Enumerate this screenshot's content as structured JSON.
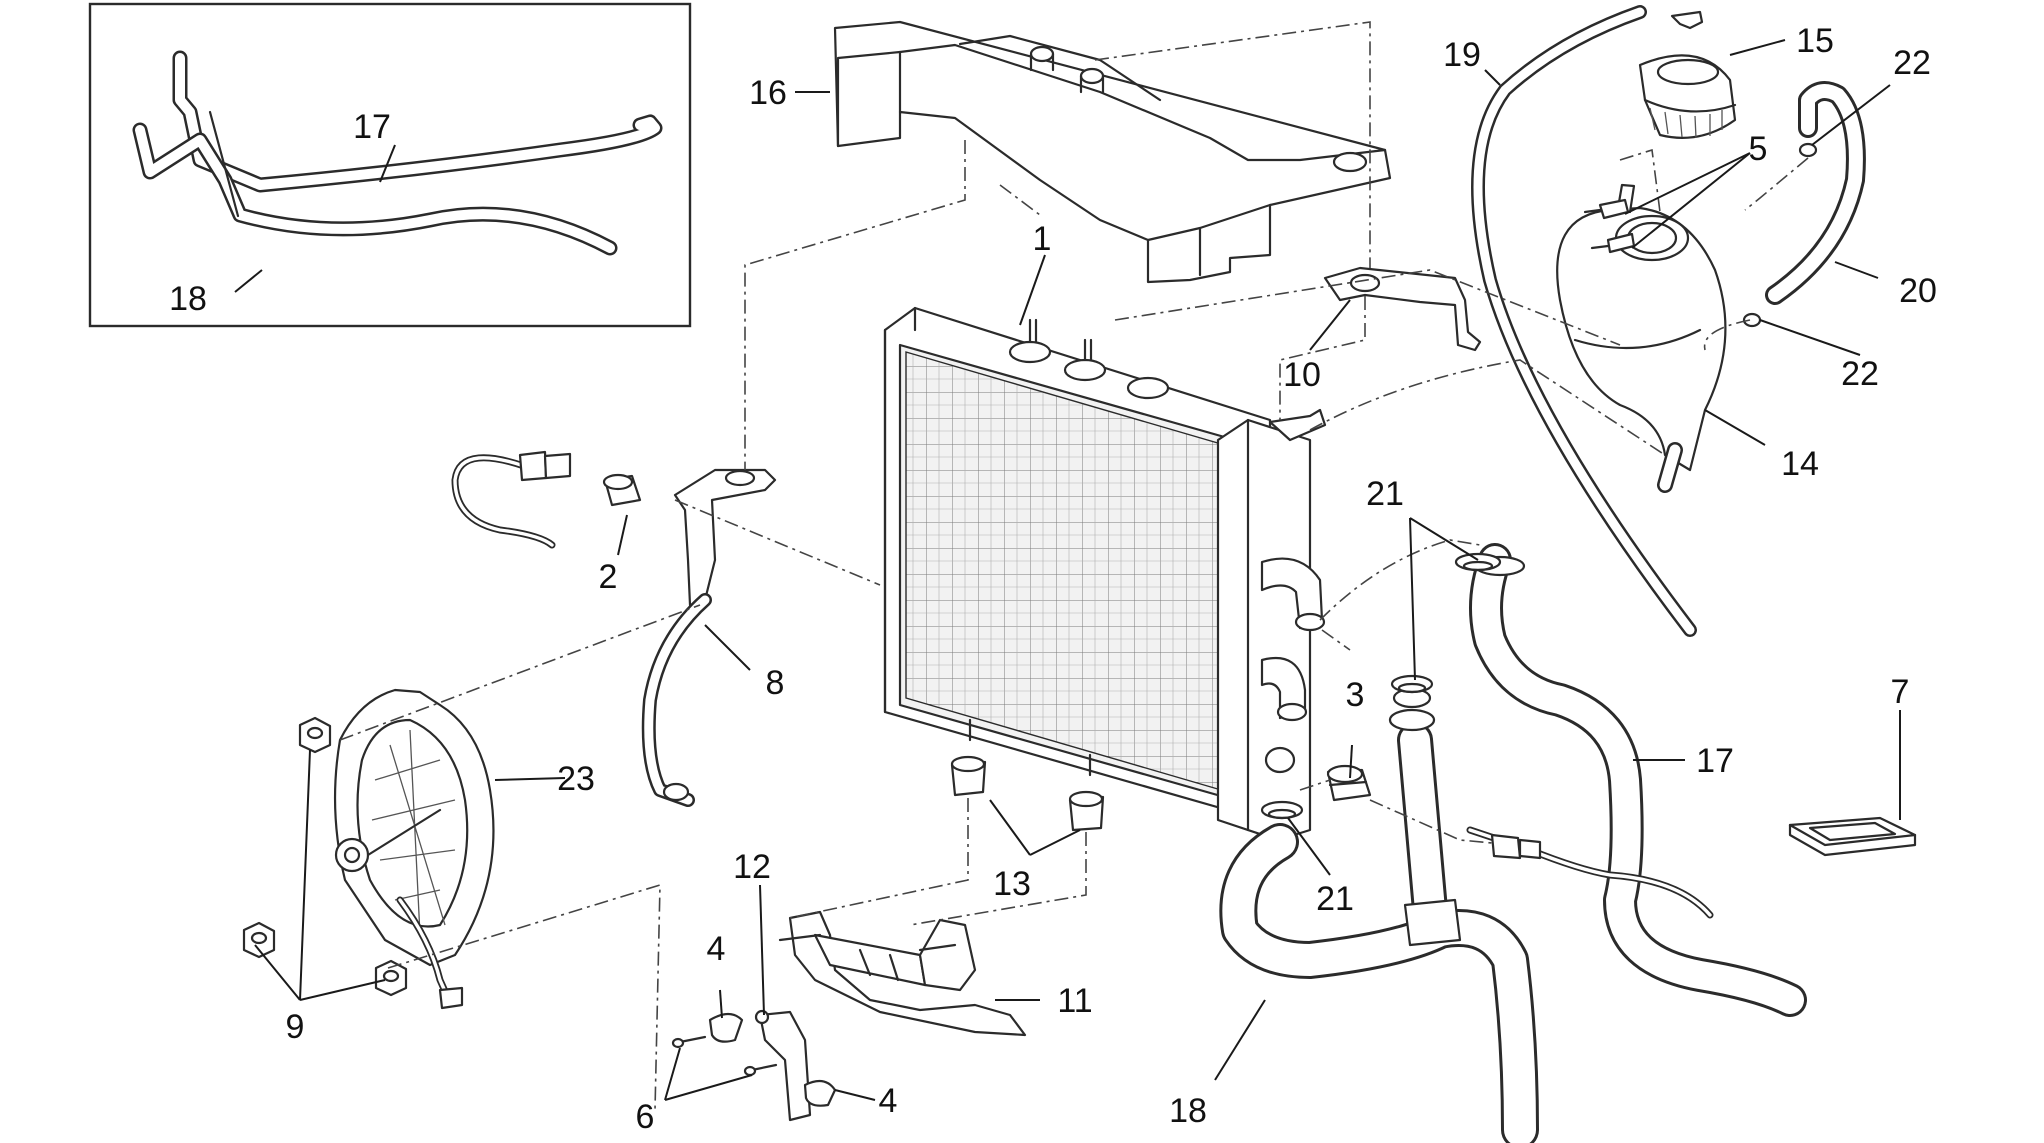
{
  "diagram": {
    "callouts": [
      {
        "id": "1",
        "label": "1"
      },
      {
        "id": "2",
        "label": "2"
      },
      {
        "id": "3",
        "label": "3"
      },
      {
        "id": "4a",
        "label": "4"
      },
      {
        "id": "4b",
        "label": "4"
      },
      {
        "id": "5",
        "label": "5"
      },
      {
        "id": "6",
        "label": "6"
      },
      {
        "id": "7",
        "label": "7"
      },
      {
        "id": "8",
        "label": "8"
      },
      {
        "id": "9",
        "label": "9"
      },
      {
        "id": "10",
        "label": "10"
      },
      {
        "id": "11",
        "label": "11"
      },
      {
        "id": "12",
        "label": "12"
      },
      {
        "id": "13",
        "label": "13"
      },
      {
        "id": "14",
        "label": "14"
      },
      {
        "id": "15",
        "label": "15"
      },
      {
        "id": "16",
        "label": "16"
      },
      {
        "id": "17a",
        "label": "17"
      },
      {
        "id": "17b",
        "label": "17"
      },
      {
        "id": "18a",
        "label": "18"
      },
      {
        "id": "18b",
        "label": "18"
      },
      {
        "id": "19",
        "label": "19"
      },
      {
        "id": "20",
        "label": "20"
      },
      {
        "id": "21a",
        "label": "21"
      },
      {
        "id": "21b",
        "label": "21"
      },
      {
        "id": "22a",
        "label": "22"
      },
      {
        "id": "22b",
        "label": "22"
      },
      {
        "id": "23",
        "label": "23"
      }
    ]
  }
}
